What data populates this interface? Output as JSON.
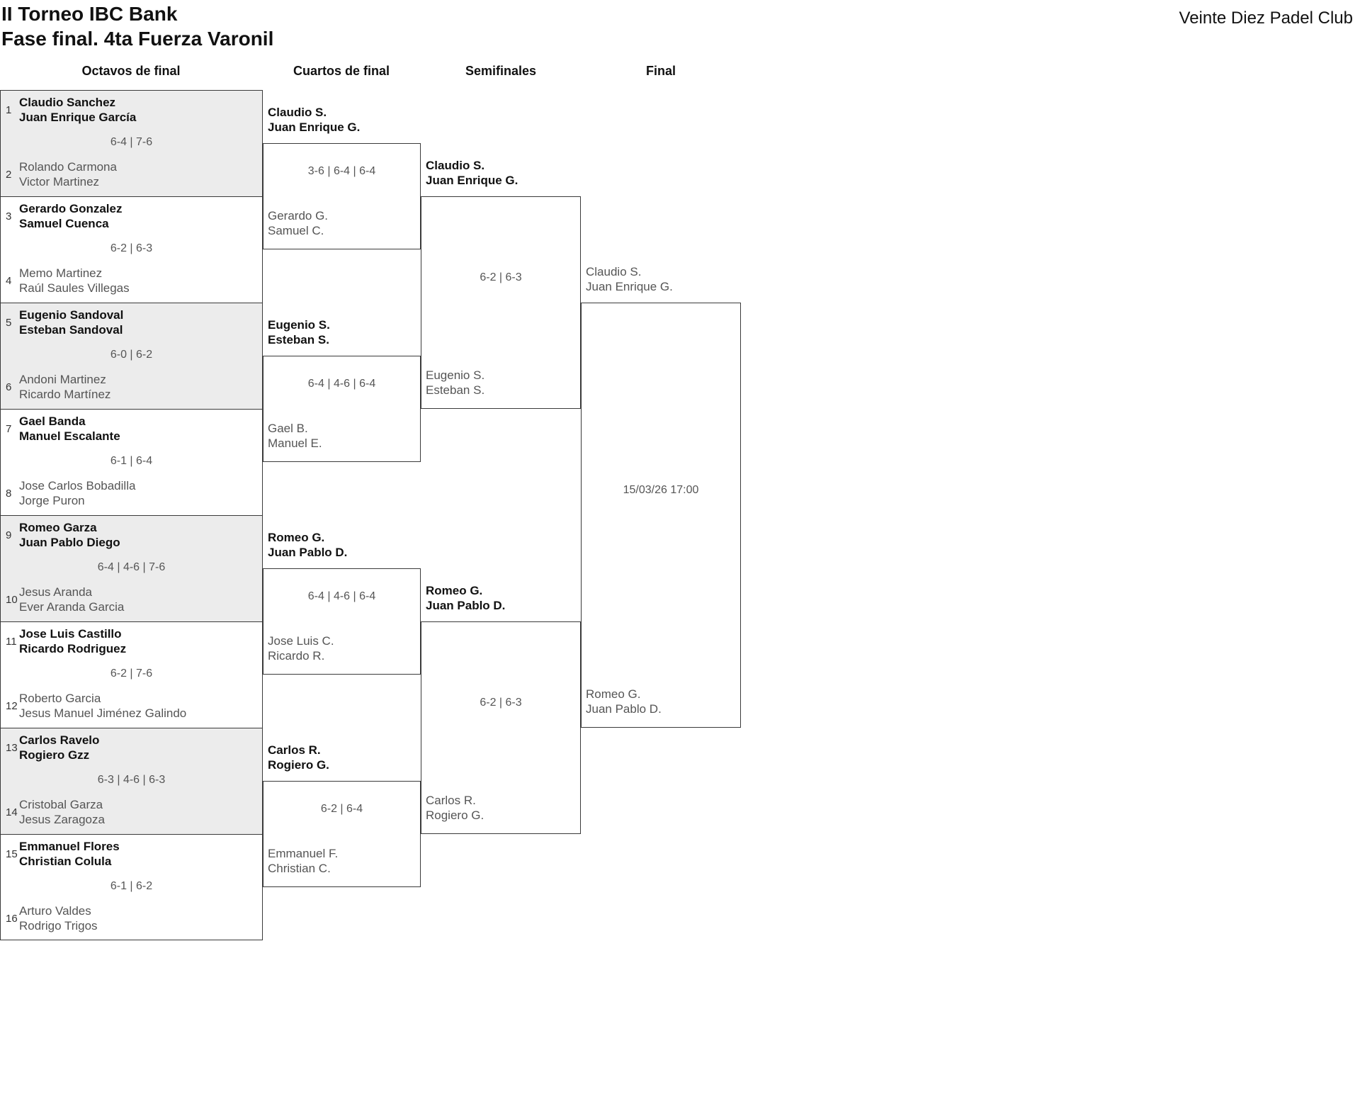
{
  "header": {
    "title_line1": "II Torneo IBC Bank",
    "title_line2": "Fase final. 4ta Fuerza Varonil",
    "club": "Veinte Diez Padel Club"
  },
  "round_headers": {
    "octavos": "Octavos de final",
    "cuartos": "Cuartos de final",
    "semifinales": "Semifinales",
    "final": "Final"
  },
  "colors": {
    "shaded_block": "#ececec",
    "border": "#3a3a3a",
    "winner_text": "#111111",
    "muted_text": "#555555"
  },
  "bracket": {
    "octavos": [
      {
        "seed_top": "1",
        "team_top": [
          "Claudio Sanchez",
          "Juan Enrique García"
        ],
        "top_winner": true,
        "score": "6-4 | 7-6",
        "seed_bottom": "2",
        "team_bottom": [
          "Rolando Carmona",
          "Victor Martinez"
        ],
        "bottom_winner": false,
        "shaded": true
      },
      {
        "seed_top": "3",
        "team_top": [
          "Gerardo Gonzalez",
          "Samuel Cuenca"
        ],
        "top_winner": true,
        "score": "6-2 | 6-3",
        "seed_bottom": "4",
        "team_bottom": [
          "Memo Martinez",
          "Raúl Saules Villegas"
        ],
        "bottom_winner": false,
        "shaded": false
      },
      {
        "seed_top": "5",
        "team_top": [
          "Eugenio Sandoval",
          "Esteban Sandoval"
        ],
        "top_winner": true,
        "score": "6-0 | 6-2",
        "seed_bottom": "6",
        "team_bottom": [
          "Andoni Martinez",
          "Ricardo Martínez"
        ],
        "bottom_winner": false,
        "shaded": true
      },
      {
        "seed_top": "7",
        "team_top": [
          "Gael Banda",
          "Manuel Escalante"
        ],
        "top_winner": true,
        "score": "6-1 | 6-4",
        "seed_bottom": "8",
        "team_bottom": [
          "Jose Carlos Bobadilla",
          "Jorge Puron"
        ],
        "bottom_winner": false,
        "shaded": false
      },
      {
        "seed_top": "9",
        "team_top": [
          "Romeo Garza",
          "Juan Pablo Diego"
        ],
        "top_winner": true,
        "score": "6-4 | 4-6 | 7-6",
        "seed_bottom": "10",
        "team_bottom": [
          "Jesus Aranda",
          "Ever Aranda Garcia"
        ],
        "bottom_winner": false,
        "shaded": true
      },
      {
        "seed_top": "11",
        "team_top": [
          "Jose Luis Castillo",
          "Ricardo Rodriguez"
        ],
        "top_winner": true,
        "score": "6-2 | 7-6",
        "seed_bottom": "12",
        "team_bottom": [
          "Roberto Garcia",
          "Jesus Manuel Jiménez Galindo"
        ],
        "bottom_winner": false,
        "shaded": false
      },
      {
        "seed_top": "13",
        "team_top": [
          "Carlos Ravelo",
          "Rogiero Gzz"
        ],
        "top_winner": true,
        "score": "6-3 | 4-6 | 6-3",
        "seed_bottom": "14",
        "team_bottom": [
          "Cristobal Garza",
          "Jesus Zaragoza"
        ],
        "bottom_winner": false,
        "shaded": true
      },
      {
        "seed_top": "15",
        "team_top": [
          "Emmanuel Flores",
          "Christian Colula"
        ],
        "top_winner": true,
        "score": "6-1 | 6-2",
        "seed_bottom": "16",
        "team_bottom": [
          "Arturo Valdes",
          "Rodrigo Trigos"
        ],
        "bottom_winner": false,
        "shaded": false
      }
    ],
    "cuartos": [
      {
        "team_top": [
          "Claudio S.",
          "Juan Enrique G."
        ],
        "top_winner": true,
        "score": "3-6 | 6-4 | 6-4",
        "team_bottom": [
          "Gerardo G.",
          "Samuel C."
        ],
        "bottom_winner": false
      },
      {
        "team_top": [
          "Eugenio S.",
          "Esteban S."
        ],
        "top_winner": true,
        "score": "6-4 | 4-6 | 6-4",
        "team_bottom": [
          "Gael B.",
          "Manuel E."
        ],
        "bottom_winner": false
      },
      {
        "team_top": [
          "Romeo G.",
          "Juan Pablo D."
        ],
        "top_winner": true,
        "score": "6-4 | 4-6 | 6-4",
        "team_bottom": [
          "Jose Luis C.",
          "Ricardo R."
        ],
        "bottom_winner": false
      },
      {
        "team_top": [
          "Carlos R.",
          "Rogiero G."
        ],
        "top_winner": true,
        "score": "6-2 | 6-4",
        "team_bottom": [
          "Emmanuel F.",
          "Christian C."
        ],
        "bottom_winner": false
      }
    ],
    "semifinales": [
      {
        "team_top": [
          "Claudio S.",
          "Juan Enrique G."
        ],
        "top_winner": true,
        "score": "6-2 | 6-3",
        "team_bottom": [
          "Eugenio S.",
          "Esteban S."
        ],
        "bottom_winner": false
      },
      {
        "team_top": [
          "Romeo G.",
          "Juan Pablo D."
        ],
        "top_winner": true,
        "score": "6-2 | 6-3",
        "team_bottom": [
          "Carlos R.",
          "Rogiero G."
        ],
        "bottom_winner": false
      }
    ],
    "final": [
      {
        "team_top": [
          "Claudio S.",
          "Juan Enrique G."
        ],
        "top_winner": false,
        "score": "15/03/26 17:00",
        "team_bottom": [
          "Romeo G.",
          "Juan Pablo D."
        ],
        "bottom_winner": false
      }
    ]
  }
}
